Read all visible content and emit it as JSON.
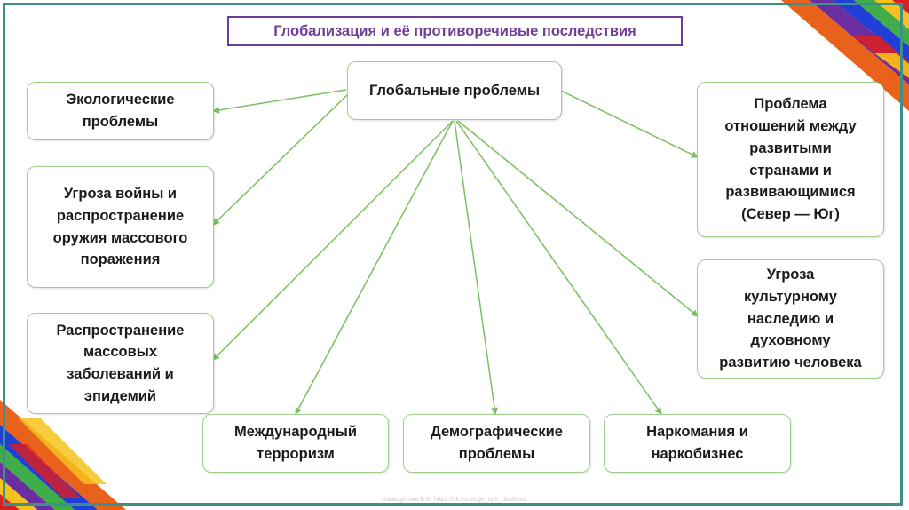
{
  "slide": {
    "title": "Глобализация и её противоречивые последствия",
    "credit": "Хамидуллин Б.И.   https://vk.com/ege_oge_obshestv"
  },
  "diagram": {
    "center": "Глобальные проблемы",
    "ecology": "Экологические\nпроблемы",
    "war": "Угроза войны и\nраспространение\nоружия массового\nпоражения",
    "diseases": "Распространение\nмассовых\nзаболеваний и\nэпидемий",
    "terrorism": "Международный\nтерроризм",
    "demography": "Демографические\nпроблемы",
    "drugs": "Наркомания и\nнаркобизнес",
    "north_south": "Проблема\nотношений между\nразвитыми\nстранами и\nразвивающимися\n(Север — Юг)",
    "culture": "Угроза\nкультурному\nнаследию и\nдуховному\nразвитию человека"
  },
  "colors": {
    "frame": "#3e8f8a",
    "title_border": "#6f3f98",
    "title_text": "#6f3f98",
    "node_border": "#9fcf8c",
    "arrow": "#7cbf5e",
    "deco_orange": "#e8621c",
    "deco_purple": "#6a2ea0",
    "deco_green": "#3fae49",
    "deco_yellow": "#f4c21b",
    "deco_blue": "#1f3fd6",
    "deco_red": "#d81f26"
  }
}
